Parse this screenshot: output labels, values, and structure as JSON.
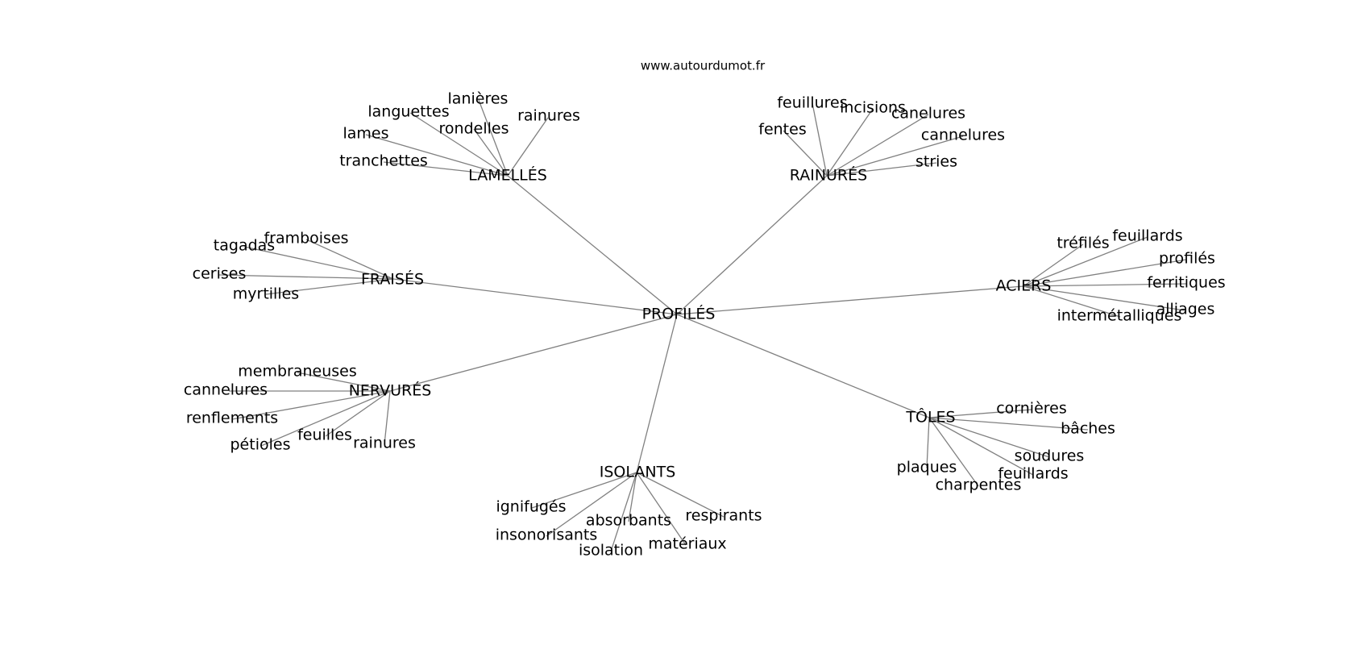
{
  "source": "www.autourdumot.fr",
  "root": "PROFILÉS",
  "branches": [
    {
      "label": "LAMELLÉS",
      "leaves": [
        "lanières",
        "languettes",
        "rondelles",
        "rainures",
        "lames",
        "tranchettes"
      ]
    },
    {
      "label": "RAINURÉS",
      "leaves": [
        "feuillures",
        "incisions",
        "canelures",
        "fentes",
        "cannelures",
        "stries"
      ]
    },
    {
      "label": "FRAISÉS",
      "leaves": [
        "framboises",
        "tagadas",
        "cerises",
        "myrtilles"
      ]
    },
    {
      "label": "ACIERS",
      "leaves": [
        "tréfilés",
        "feuillards",
        "profilés",
        "ferritiques",
        "alliages",
        "intermétalliques"
      ]
    },
    {
      "label": "NERVURÉS",
      "leaves": [
        "membraneuses",
        "cannelures",
        "renflements",
        "pétioles",
        "feuilles",
        "rainures"
      ]
    },
    {
      "label": "TÔLES",
      "leaves": [
        "cornières",
        "bâches",
        "soudures",
        "feuillards",
        "plaques",
        "charpentes"
      ]
    },
    {
      "label": "ISOLANTS",
      "leaves": [
        "ignifugés",
        "absorbants",
        "respirants",
        "insonorisants",
        "isolation",
        "matériaux"
      ]
    }
  ]
}
